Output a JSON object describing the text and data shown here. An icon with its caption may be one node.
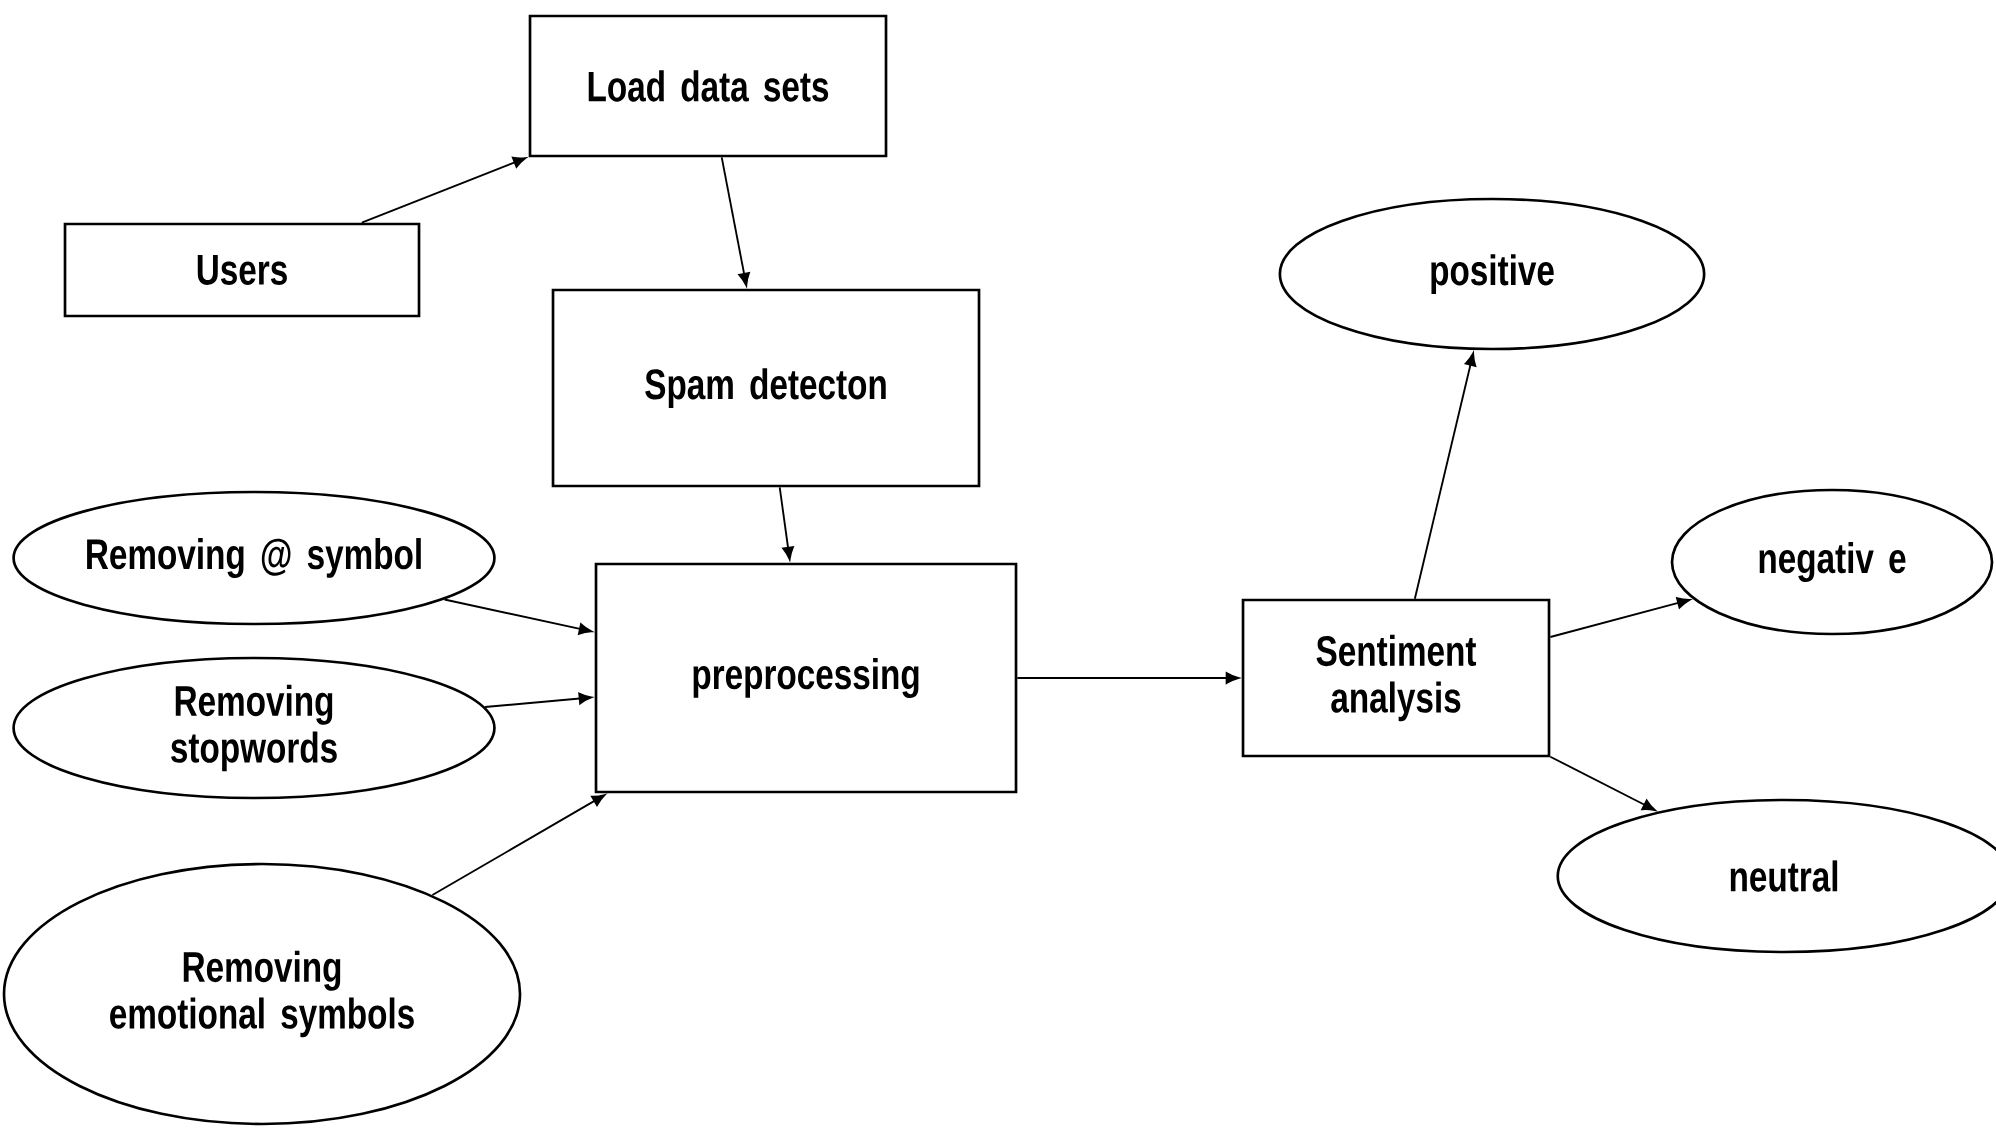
{
  "diagram": {
    "nodes": [
      {
        "text": [
          "Load data sets"
        ]
      },
      {
        "text": [
          "Users"
        ]
      },
      {
        "text": [
          "Spam detecton"
        ]
      },
      {
        "text": [
          "positive"
        ]
      },
      {
        "text": [
          "Removing @ symbol"
        ]
      },
      {
        "text": [
          "negativ e"
        ]
      },
      {
        "text": [
          "preprocessing"
        ]
      },
      {
        "text": [
          "Sentiment analysis"
        ]
      },
      {
        "text": [
          "Removing stopwords"
        ]
      },
      {
        "text": [
          "neutral"
        ]
      },
      {
        "text": [
          "Removing emotional symbols"
        ]
      }
    ],
    "edges": [
      {
        "from": 1,
        "to": 0,
        "arrow": "to"
      },
      {
        "from": 0,
        "to": 2,
        "arrow": "to"
      },
      {
        "from": 2,
        "to": 6,
        "arrow": "to"
      },
      {
        "from": 4,
        "to": 6,
        "arrow": "to"
      },
      {
        "from": 8,
        "to": 6,
        "arrow": "to"
      },
      {
        "from": 10,
        "to": 6,
        "arrow": "to"
      },
      {
        "from": 6,
        "to": 7,
        "arrow": "to"
      },
      {
        "from": 7,
        "to": 3,
        "arrow": "to"
      },
      {
        "from": 7,
        "to": 5,
        "arrow": "to"
      },
      {
        "from": 7,
        "to": 9,
        "arrow": "to"
      }
    ]
  }
}
